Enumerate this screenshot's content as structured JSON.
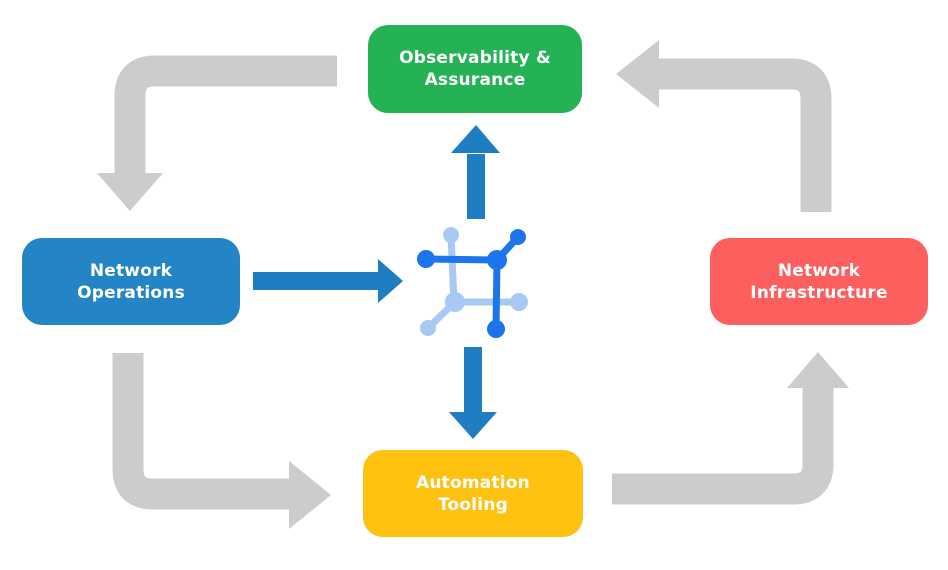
{
  "diagram": {
    "type": "cycle-diagram",
    "background": "#FFFFFF",
    "nodes": {
      "observability": {
        "line1": "Observability &",
        "line2": "Assurance",
        "color": "#24B254"
      },
      "operations": {
        "line1": "Network",
        "line2": "Operations",
        "color": "#2385C6"
      },
      "infrastructure": {
        "line1": "Network",
        "line2": "Infrastructure",
        "color": "#FD5F5F"
      },
      "automation": {
        "line1": "Automation",
        "line2": "Tooling",
        "color": "#FEC110"
      }
    },
    "center_icon": {
      "name": "network-automation-icon"
    },
    "colors": {
      "cycle_arrow": "#CCCCCC",
      "flow_arrow": "#1F7EC2",
      "icon_dark": "#1D75EE",
      "icon_light": "#A7C9F4",
      "text": "#FFFFFF"
    },
    "flows": [
      {
        "from": "Observability & Assurance",
        "to": "Network Operations",
        "style": "cycle"
      },
      {
        "from": "Network Operations",
        "to": "Automation Tooling",
        "style": "cycle"
      },
      {
        "from": "Automation Tooling",
        "to": "Network Infrastructure",
        "style": "cycle"
      },
      {
        "from": "Network Infrastructure",
        "to": "Observability & Assurance",
        "style": "cycle"
      },
      {
        "from": "Network Operations",
        "to": "center-icon",
        "style": "flow"
      },
      {
        "from": "center-icon",
        "to": "Observability & Assurance",
        "style": "flow"
      },
      {
        "from": "center-icon",
        "to": "Automation Tooling",
        "style": "flow"
      }
    ]
  }
}
